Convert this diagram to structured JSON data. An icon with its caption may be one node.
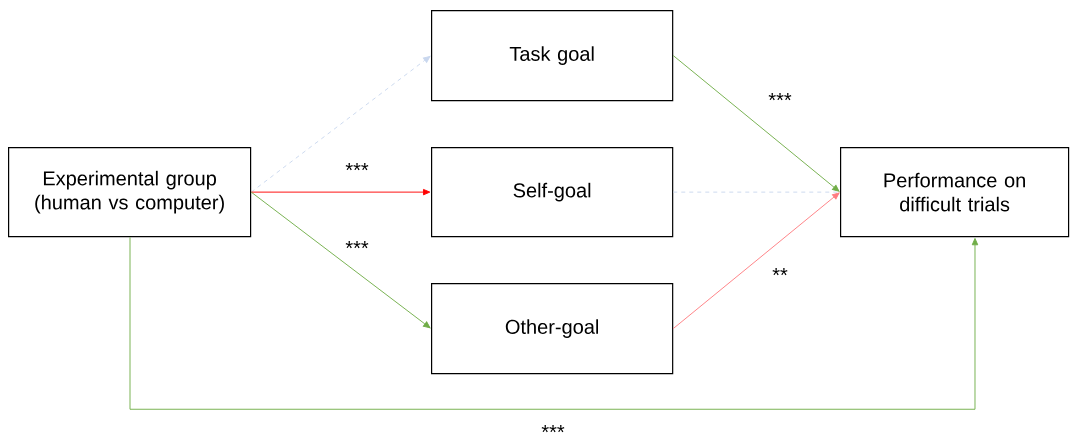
{
  "diagram": {
    "nodes": [
      {
        "text": [
          "Experimental group (human vs computer)"
        ]
      },
      {
        "text": [
          "Task goal"
        ]
      },
      {
        "text": [
          "Self-goal"
        ]
      },
      {
        "text": [
          "Other-goal"
        ]
      },
      {
        "text": [
          "Performance on difficult trials"
        ]
      }
    ],
    "edges": [
      {
        "from": 0,
        "to": 1,
        "arrow": "to",
        "style": "dashed",
        "color": "#c9d7ee"
      },
      {
        "from": 0,
        "to": 2,
        "arrow": "to",
        "color": "#ff0000",
        "label": "***"
      },
      {
        "from": 0,
        "to": 3,
        "arrow": "to",
        "label": "***"
      },
      {
        "from": 1,
        "to": 4,
        "arrow": "to",
        "label": "***"
      },
      {
        "from": 2,
        "to": 4,
        "arrow": "none",
        "style": "dashed",
        "color": "#c9d7ee"
      },
      {
        "from": 3,
        "to": 4,
        "arrow": "to",
        "color": "#ff7c80",
        "label": "**"
      },
      {
        "from": 0,
        "to": 4,
        "arrow": "to",
        "label": "***"
      }
    ]
  }
}
